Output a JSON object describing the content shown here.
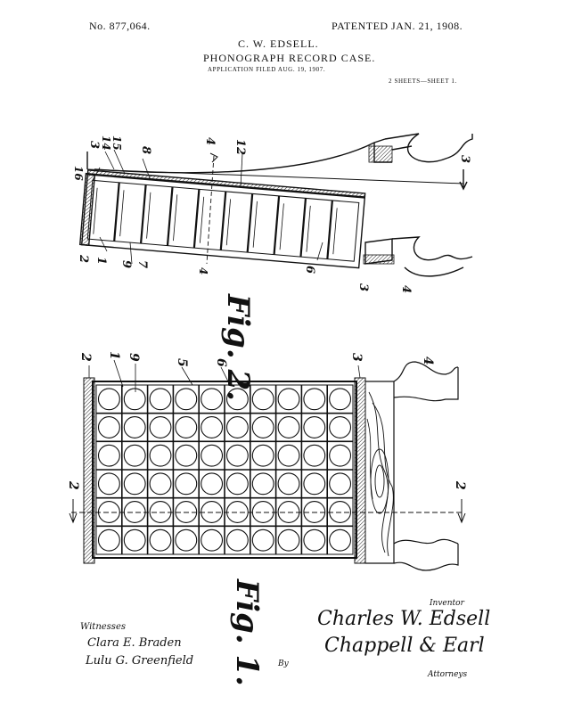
{
  "header": {
    "patent_number": "No. 877,064.",
    "patented": "PATENTED JAN. 21, 1908.",
    "inventor_name": "C. W. EDSELL.",
    "title": "PHONOGRAPH RECORD CASE.",
    "application": "APPLICATION FILED AUG. 19, 1907.",
    "sheets": "2 SHEETS—SHEET 1."
  },
  "figures": {
    "fig2_label": "Fig. 2.",
    "fig1_label": "Fig. 1.",
    "ref_numerals": {
      "fig2": [
        "3",
        "14",
        "15",
        "8",
        "4",
        "12",
        "3",
        "16",
        "2",
        "1",
        "9",
        "7",
        "4",
        "6",
        "3",
        "4"
      ],
      "fig1": [
        "2",
        "1",
        "9",
        "5",
        "6",
        "3",
        "4",
        "2",
        "2"
      ]
    },
    "grid": {
      "rows": 6,
      "cols": 10
    }
  },
  "footer": {
    "witnesses_label": "Witnesses",
    "witness_1": "Clara E. Braden",
    "witness_2": "Lulu G. Greenfield",
    "inventor_label": "Inventor",
    "inventor_signature": "Charles W. Edsell",
    "attorney_signature": "Chappell & Earl",
    "by_label": "By",
    "attorneys_label": "Attorneys"
  }
}
